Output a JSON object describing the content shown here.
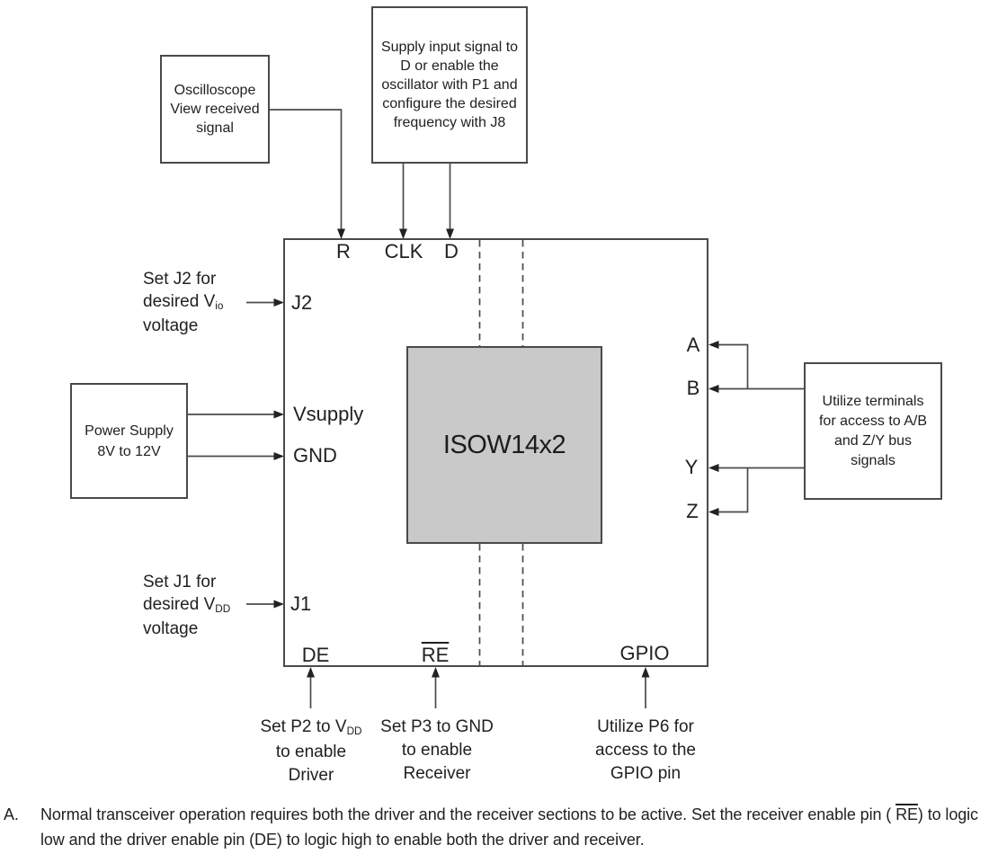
{
  "diagram": {
    "chip": {
      "label": "ISOW14x2"
    },
    "boxes": {
      "oscilloscope": {
        "lines": [
          "Oscilloscope",
          "View received",
          "signal"
        ]
      },
      "signal_source": {
        "lines": [
          "Supply input signal to",
          "D or enable the",
          "oscillator with P1 and",
          "configure the desired",
          "frequency with J8"
        ]
      },
      "power_supply": {
        "lines": [
          "Power Supply",
          "8V to 12V"
        ]
      },
      "bus_terminals": {
        "lines": [
          "Utilize terminals",
          "for access to A/B",
          "and Z/Y bus",
          "signals"
        ]
      }
    },
    "pins": {
      "top": {
        "r": "R",
        "clk": "CLK",
        "d": "D"
      },
      "left": {
        "j2": "J2",
        "vsupply": "Vsupply",
        "gnd": "GND",
        "j1": "J1"
      },
      "bottom": {
        "de": "DE",
        "re": "RE",
        "gpio": "GPIO"
      },
      "right": {
        "a": "A",
        "b": "B",
        "y": "Y",
        "z": "Z"
      }
    },
    "annotations": {
      "j2": {
        "line1": "Set J2 for",
        "line2_pre": "desired V",
        "line2_sub": "io",
        "line3": "voltage"
      },
      "j1": {
        "line1": "Set J1 for",
        "line2_pre": "desired V",
        "line2_sub": "DD",
        "line3": "voltage"
      },
      "p2": {
        "line1_pre": "Set P2 to V",
        "line1_sub": "DD",
        "line2": "to enable",
        "line3": "Driver"
      },
      "p3": {
        "line1": "Set P3 to GND",
        "line2": "to enable",
        "line3": "Receiver"
      },
      "p6": {
        "line1": "Utilize P6 for",
        "line2": "access to the",
        "line3": "GPIO pin"
      }
    }
  },
  "footnote": {
    "marker": "A.",
    "line1_pre": "Normal transceiver operation requires both the driver and the receiver sections to be active. Set the receiver enable pin ( ",
    "line1_overline": "RE",
    "line1_post": ") to logic",
    "line2": "low and the driver enable pin (DE) to logic high to enable both the driver and receiver."
  },
  "colors": {
    "line": "#4a4a4b",
    "arrow": "#222222",
    "chip_fill": "#c9c9c9",
    "text": "#212121"
  }
}
